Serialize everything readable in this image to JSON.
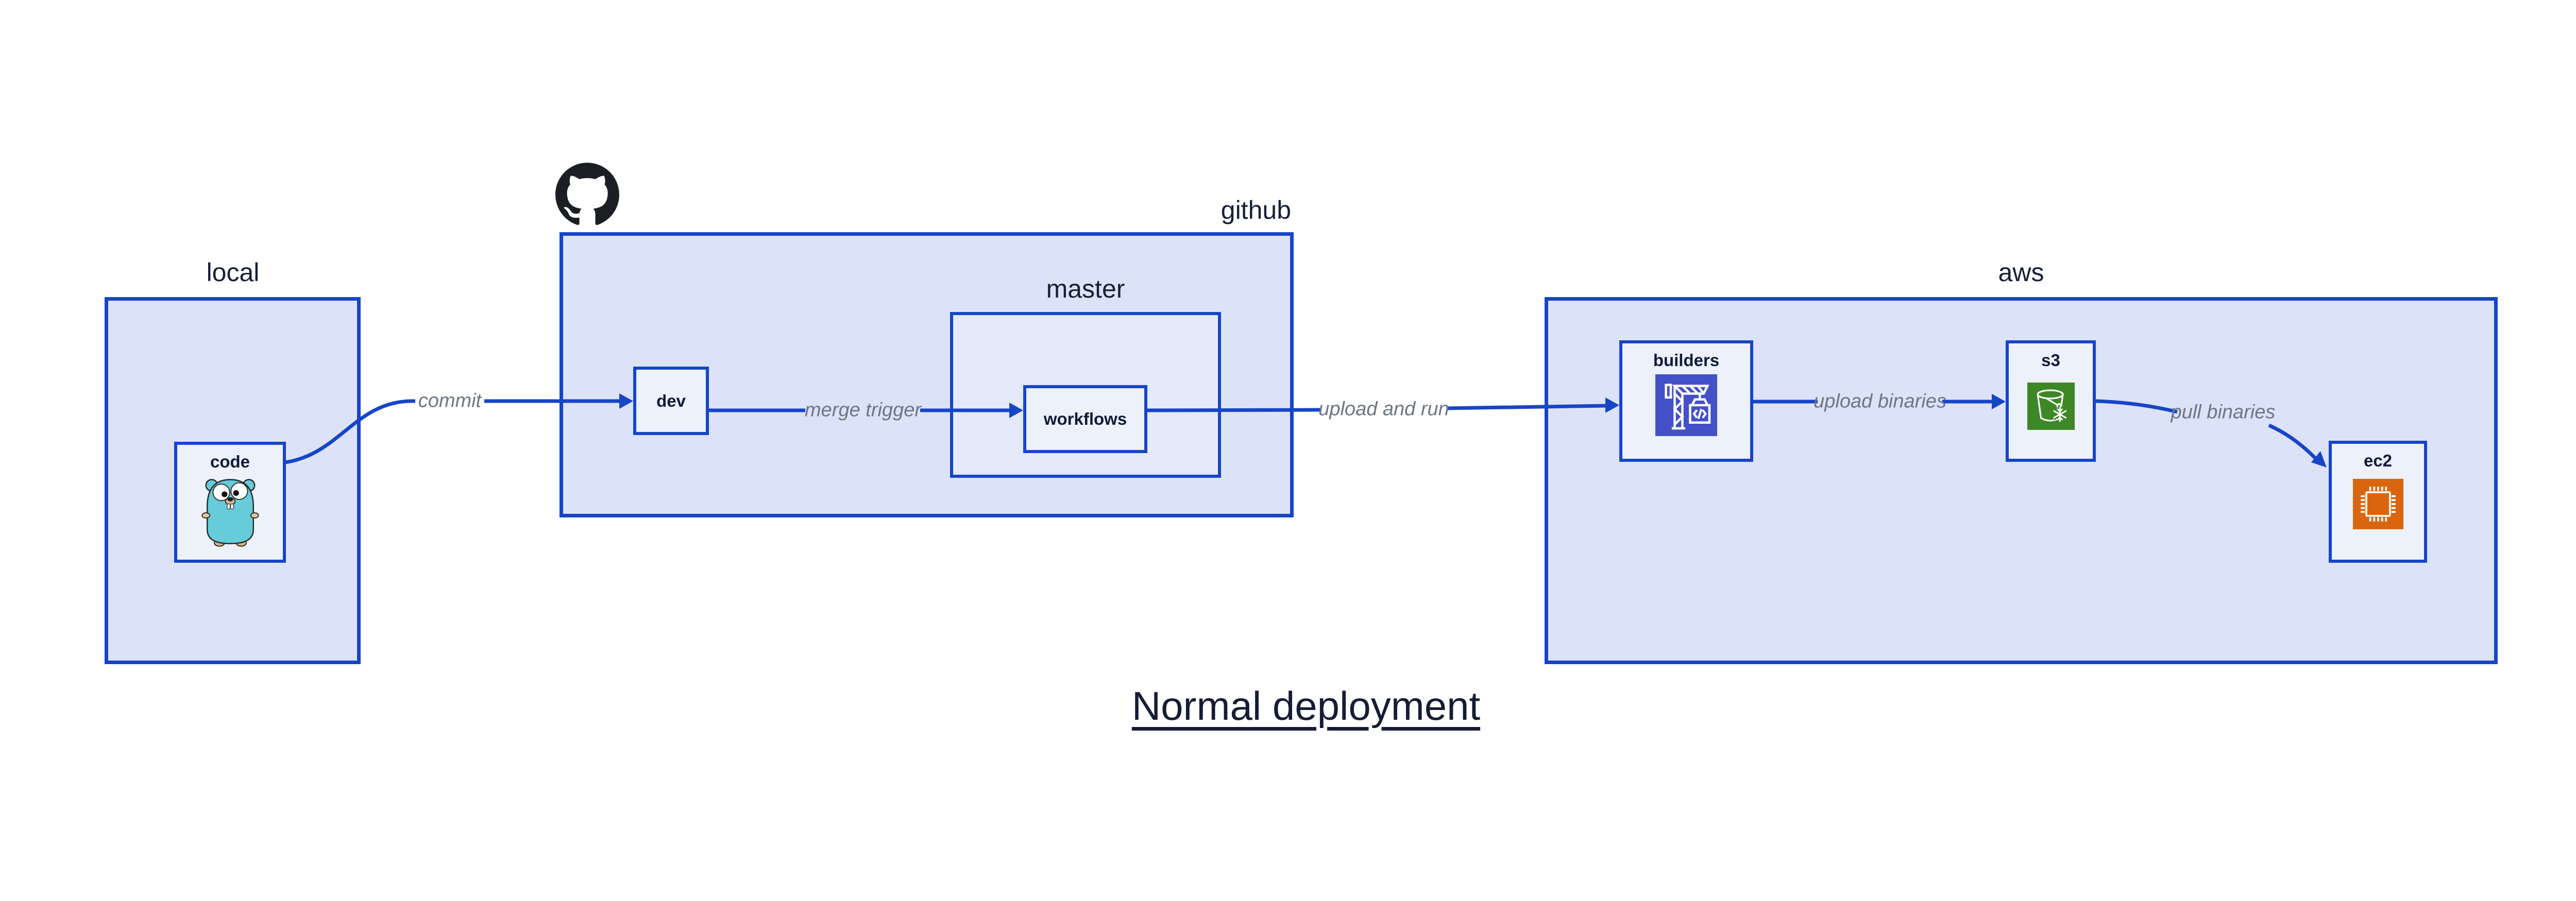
{
  "title": "Normal deployment",
  "groups": {
    "local": {
      "label": "local"
    },
    "github": {
      "label": "github"
    },
    "master": {
      "label": "master"
    },
    "aws": {
      "label": "aws"
    }
  },
  "nodes": {
    "code": {
      "label": "code",
      "icon": "go-gopher-icon"
    },
    "dev": {
      "label": "dev"
    },
    "workflows": {
      "label": "workflows"
    },
    "builders": {
      "label": "builders",
      "icon": "codebuild-crane-icon"
    },
    "s3": {
      "label": "s3",
      "icon": "s3-glacier-bucket-icon"
    },
    "ec2": {
      "label": "ec2",
      "icon": "ec2-chip-icon"
    }
  },
  "edges": [
    {
      "from": "code",
      "to": "dev",
      "label": "commit"
    },
    {
      "from": "dev",
      "to": "workflows",
      "label": "merge trigger"
    },
    {
      "from": "workflows",
      "to": "builders",
      "label": "upload and run"
    },
    {
      "from": "builders",
      "to": "s3",
      "label": "upload binaries"
    },
    {
      "from": "s3",
      "to": "ec2",
      "label": "pull binaries"
    }
  ],
  "colors": {
    "accent_blue": "#1745c8",
    "container_fill": "#dce3f8",
    "master_fill": "#e4eafa",
    "node_fill": "#edf1fc",
    "label_navy": "#151c33",
    "edge_label_gray": "#6e7684",
    "codebuild_indigo": "#4450c8",
    "s3_green": "#3e8727",
    "ec2_orange": "#d9660f",
    "octocat_black": "#1b1f23",
    "gopher_teal": "#66ccd9"
  }
}
